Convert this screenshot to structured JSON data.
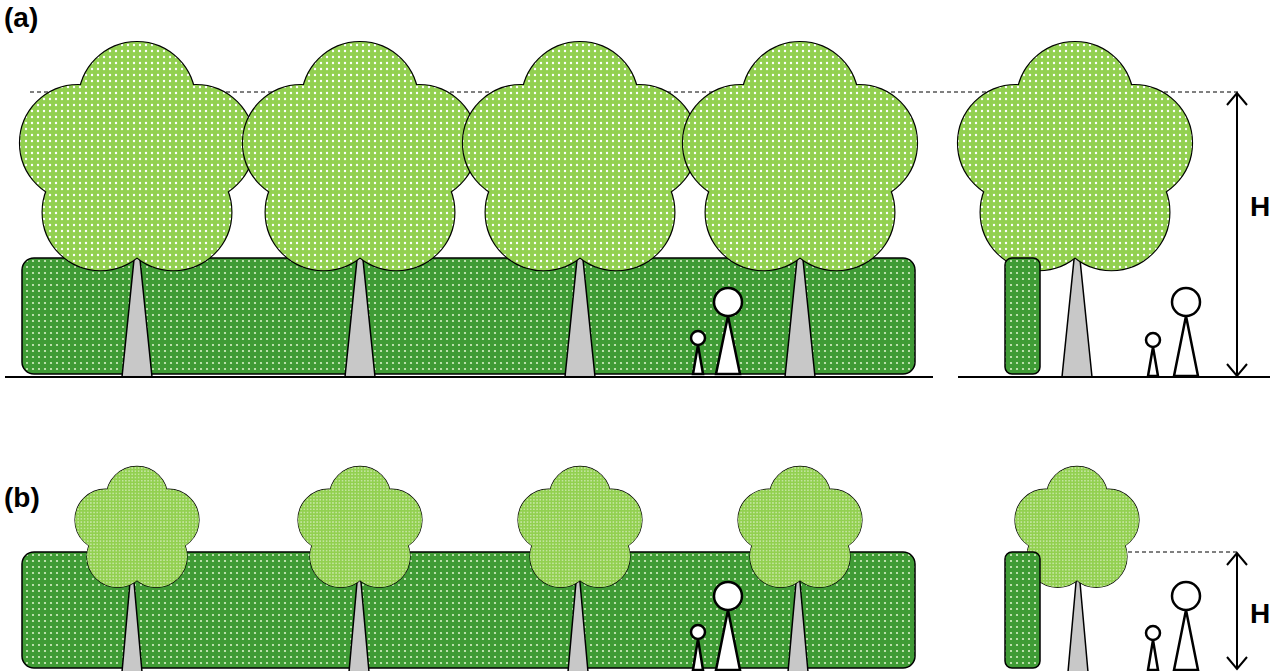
{
  "diagram": {
    "labels": [
      "(a)",
      "H",
      "(b)",
      "H"
    ]
  }
}
